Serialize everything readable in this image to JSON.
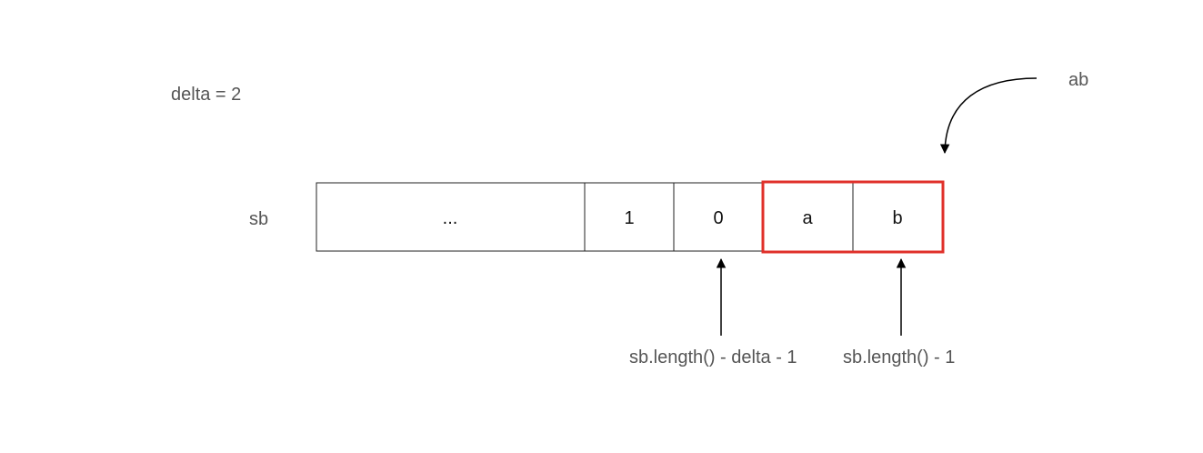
{
  "delta_label": "delta = 2",
  "array_label": "sb",
  "cells": [
    "...",
    "1",
    "0",
    "a",
    "b"
  ],
  "highlight_label": "ab",
  "pointers": {
    "left": "sb.length() - delta - 1",
    "right": "sb.length() - 1"
  },
  "colors": {
    "highlight": "#e0302a",
    "label_text": "#555555",
    "cell_border": "#222222"
  }
}
